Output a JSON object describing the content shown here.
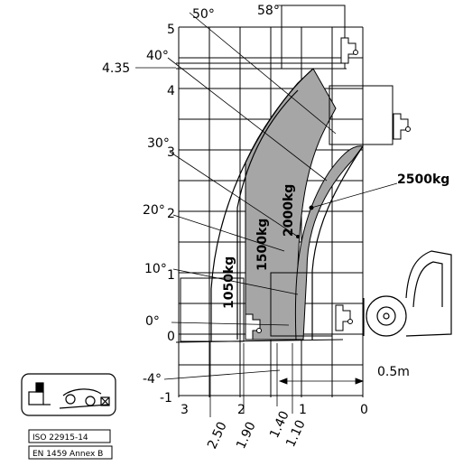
{
  "chart_data": {
    "type": "load-chart",
    "x_ticks": [
      "3",
      "2",
      "1",
      "0"
    ],
    "y_ticks": [
      "5",
      "4",
      "3",
      "2",
      "1",
      "0",
      "-1"
    ],
    "max_height_label": "4.35",
    "angle_labels": [
      "58°",
      "50°",
      "40°",
      "30°",
      "20°",
      "10°",
      "0°",
      "-4°"
    ],
    "reach_labels": [
      "2.50",
      "1.90",
      "1.40",
      "1.10"
    ],
    "load_zones": [
      {
        "name": "1050kg"
      },
      {
        "name": "1500kg"
      },
      {
        "name": "2000kg"
      },
      {
        "name": "2500kg"
      }
    ],
    "scale_label": "0.5m",
    "standards": [
      "ISO 22915-14",
      "EN 1459 Annex B"
    ]
  },
  "colors": {
    "zone_fill": "#a6a6a6",
    "ink": "#000000"
  }
}
